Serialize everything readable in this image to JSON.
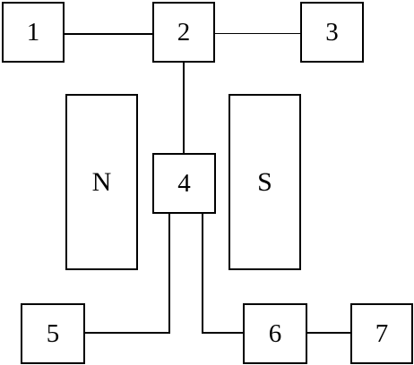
{
  "blocks": {
    "b1": "1",
    "b2": "2",
    "b3": "3",
    "b4": "4",
    "b5": "5",
    "b6": "6",
    "b7": "7"
  },
  "magnets": {
    "north": "N",
    "south": "S"
  }
}
